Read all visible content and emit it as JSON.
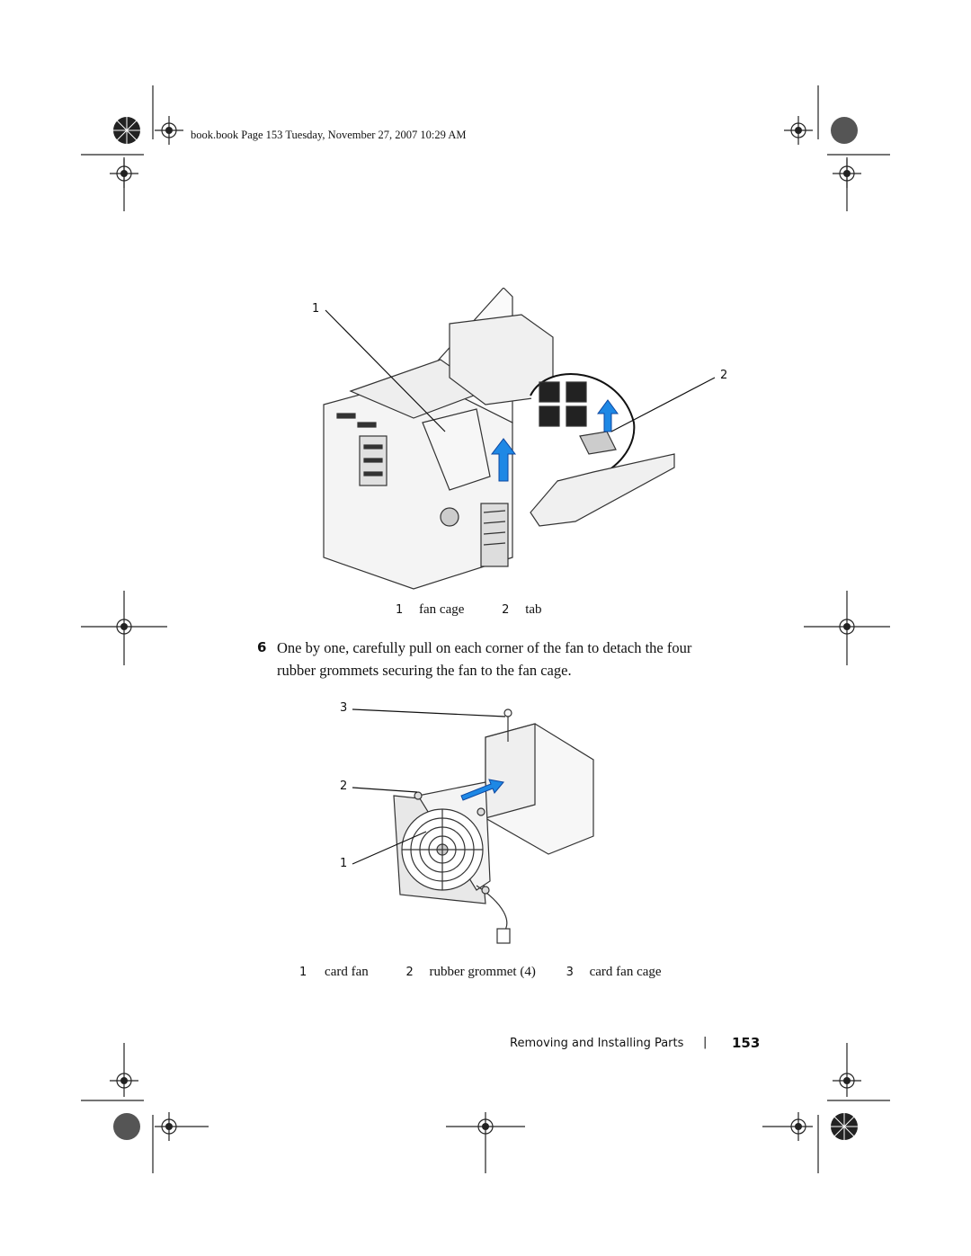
{
  "header": {
    "file_info": "book.book  Page 153  Tuesday, November 27, 2007  10:29 AM"
  },
  "figure1": {
    "callouts": [
      "1",
      "2"
    ],
    "legend": [
      {
        "num": "1",
        "label": "fan cage"
      },
      {
        "num": "2",
        "label": "tab"
      }
    ]
  },
  "step6": {
    "number": "6",
    "text": "One by one, carefully pull on each corner of the fan to detach the four rubber grommets securing the fan to the fan cage."
  },
  "figure2": {
    "callouts": [
      "3",
      "2",
      "1"
    ],
    "legend": [
      {
        "num": "1",
        "label": "card fan"
      },
      {
        "num": "2",
        "label": "rubber grommet (4)"
      },
      {
        "num": "3",
        "label": "card fan cage"
      }
    ]
  },
  "footer": {
    "section": "Removing and Installing Parts",
    "separator": "|",
    "page_number": "153"
  },
  "colors": {
    "arrow_blue": "#1e88e5",
    "line": "#222222"
  }
}
